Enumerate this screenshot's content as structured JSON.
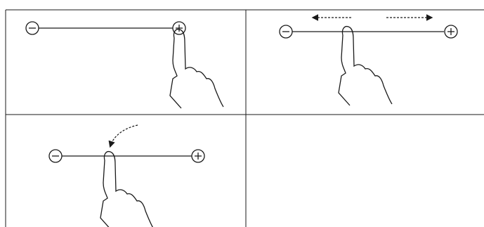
{
  "panels": [
    {
      "id": "top-left",
      "gesture": "tap-plus-end",
      "minus_symbol": "minus-circle-icon",
      "plus_symbol": "plus-circle-icon",
      "arrows": []
    },
    {
      "id": "top-right",
      "gesture": "swipe-from-center",
      "minus_symbol": "minus-circle-icon",
      "plus_symbol": "plus-circle-icon",
      "arrows": [
        "left-dashed-arrow",
        "right-dashed-arrow"
      ]
    },
    {
      "id": "bottom-left",
      "gesture": "tap-near-minus",
      "minus_symbol": "minus-circle-icon",
      "plus_symbol": "plus-circle-icon",
      "arrows": [
        "curved-dashed-arrow"
      ]
    },
    {
      "id": "bottom-right",
      "gesture": "empty",
      "arrows": []
    }
  ],
  "colors": {
    "line": "#1a1a1a",
    "background": "#ffffff"
  }
}
